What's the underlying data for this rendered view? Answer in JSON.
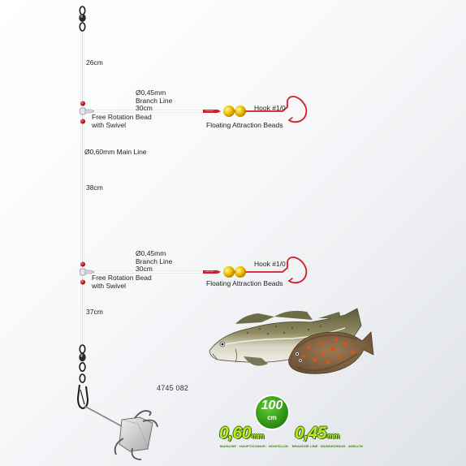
{
  "rig": {
    "segments": {
      "top": "26cm",
      "middle": "38cm",
      "bottom": "37cm"
    },
    "main_line_label": "Ø0,60mm Main Line",
    "branches": [
      {
        "diameter": "Ø0,45mm",
        "name": "Branch Line",
        "length": "30cm",
        "hook": "Hook #1/0",
        "beads": "Floating Attraction Beads",
        "rotation_line1": "Free Rotation Bead",
        "rotation_line2": "with Swivel"
      },
      {
        "diameter": "Ø0,45mm",
        "name": "Branch Line",
        "length": "30cm",
        "hook": "Hook #1/0",
        "beads": "Floating Attraction Beads",
        "rotation_line1": "Free Rotation Bead",
        "rotation_line2": "with Swivel"
      }
    ]
  },
  "product_code": "4745 082",
  "badge": {
    "length_number": "100",
    "length_unit": "cm",
    "main_value": "0,60",
    "main_unit": "mm",
    "main_caption": "MAINLINE · HAUPTSCHNUR · HOOFDLIJN",
    "branch_value": "0,45",
    "branch_unit": "mm",
    "branch_caption": "BRANCHE LINE · MUNDSCHNUR · ASELIJN"
  },
  "colors": {
    "bead_red": "#d3141c",
    "bead_yellow": "#f2c200",
    "hook_red": "#d31c2a",
    "badge_green": "#2f9c18",
    "badge_lime": "#c7e51e"
  }
}
